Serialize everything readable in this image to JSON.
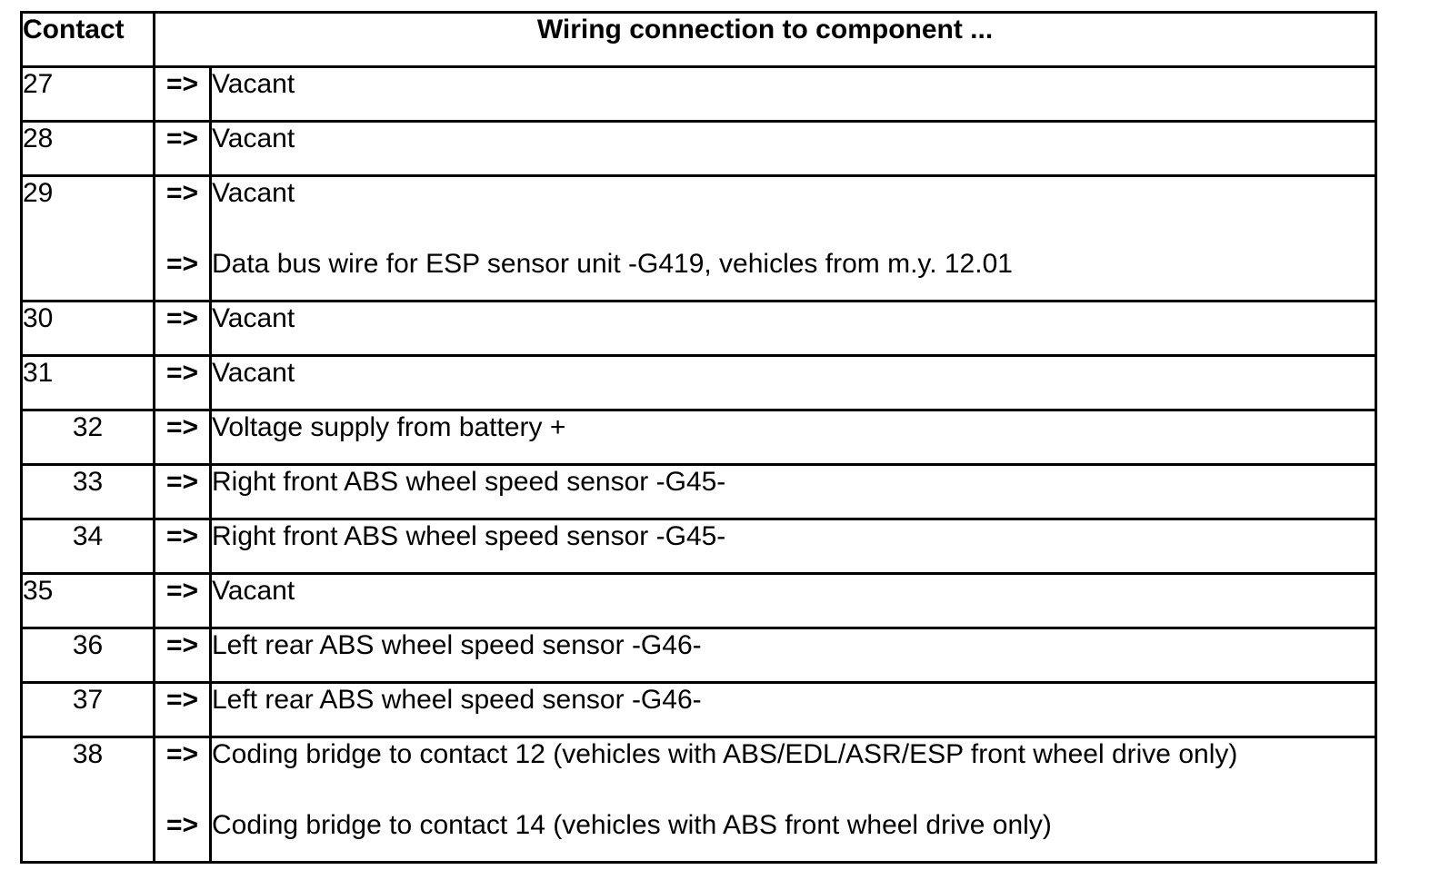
{
  "colors": {
    "border": "#000000",
    "text": "#000000",
    "background": "#ffffff"
  },
  "table": {
    "arrow_symbol": "=>",
    "header": {
      "contact": "Contact",
      "wiring": "Wiring connection to component ..."
    },
    "rows": [
      {
        "contact": "27",
        "align": "left",
        "entries": [
          {
            "text": "Vacant"
          }
        ]
      },
      {
        "contact": "28",
        "align": "left",
        "entries": [
          {
            "text": "Vacant"
          }
        ]
      },
      {
        "contact": "29",
        "align": "left",
        "entries": [
          {
            "text": "Vacant"
          },
          {
            "text": "Data bus wire for ESP sensor unit -G419, vehicles from m.y. 12.01"
          }
        ]
      },
      {
        "contact": "30",
        "align": "left",
        "entries": [
          {
            "text": "Vacant"
          }
        ]
      },
      {
        "contact": "31",
        "align": "left",
        "entries": [
          {
            "text": "Vacant"
          }
        ]
      },
      {
        "contact": "32",
        "align": "center",
        "entries": [
          {
            "text": "Voltage supply from battery +"
          }
        ]
      },
      {
        "contact": "33",
        "align": "center",
        "entries": [
          {
            "text": "Right front ABS wheel speed sensor -G45-"
          }
        ]
      },
      {
        "contact": "34",
        "align": "center",
        "entries": [
          {
            "text": "Right front ABS wheel speed sensor -G45-"
          }
        ]
      },
      {
        "contact": "35",
        "align": "left",
        "entries": [
          {
            "text": "Vacant"
          }
        ]
      },
      {
        "contact": "36",
        "align": "center",
        "entries": [
          {
            "text": "Left rear ABS wheel speed sensor -G46-"
          }
        ]
      },
      {
        "contact": "37",
        "align": "center",
        "entries": [
          {
            "text": "Left rear ABS wheel speed sensor -G46-"
          }
        ]
      },
      {
        "contact": "38",
        "align": "center",
        "entries": [
          {
            "text": "Coding bridge to contact 12 (vehicles with ABS/EDL/ASR/ESP front wheel drive only)"
          },
          {
            "text": "Coding bridge to contact 14 (vehicles with ABS front wheel drive only)"
          }
        ]
      }
    ]
  }
}
